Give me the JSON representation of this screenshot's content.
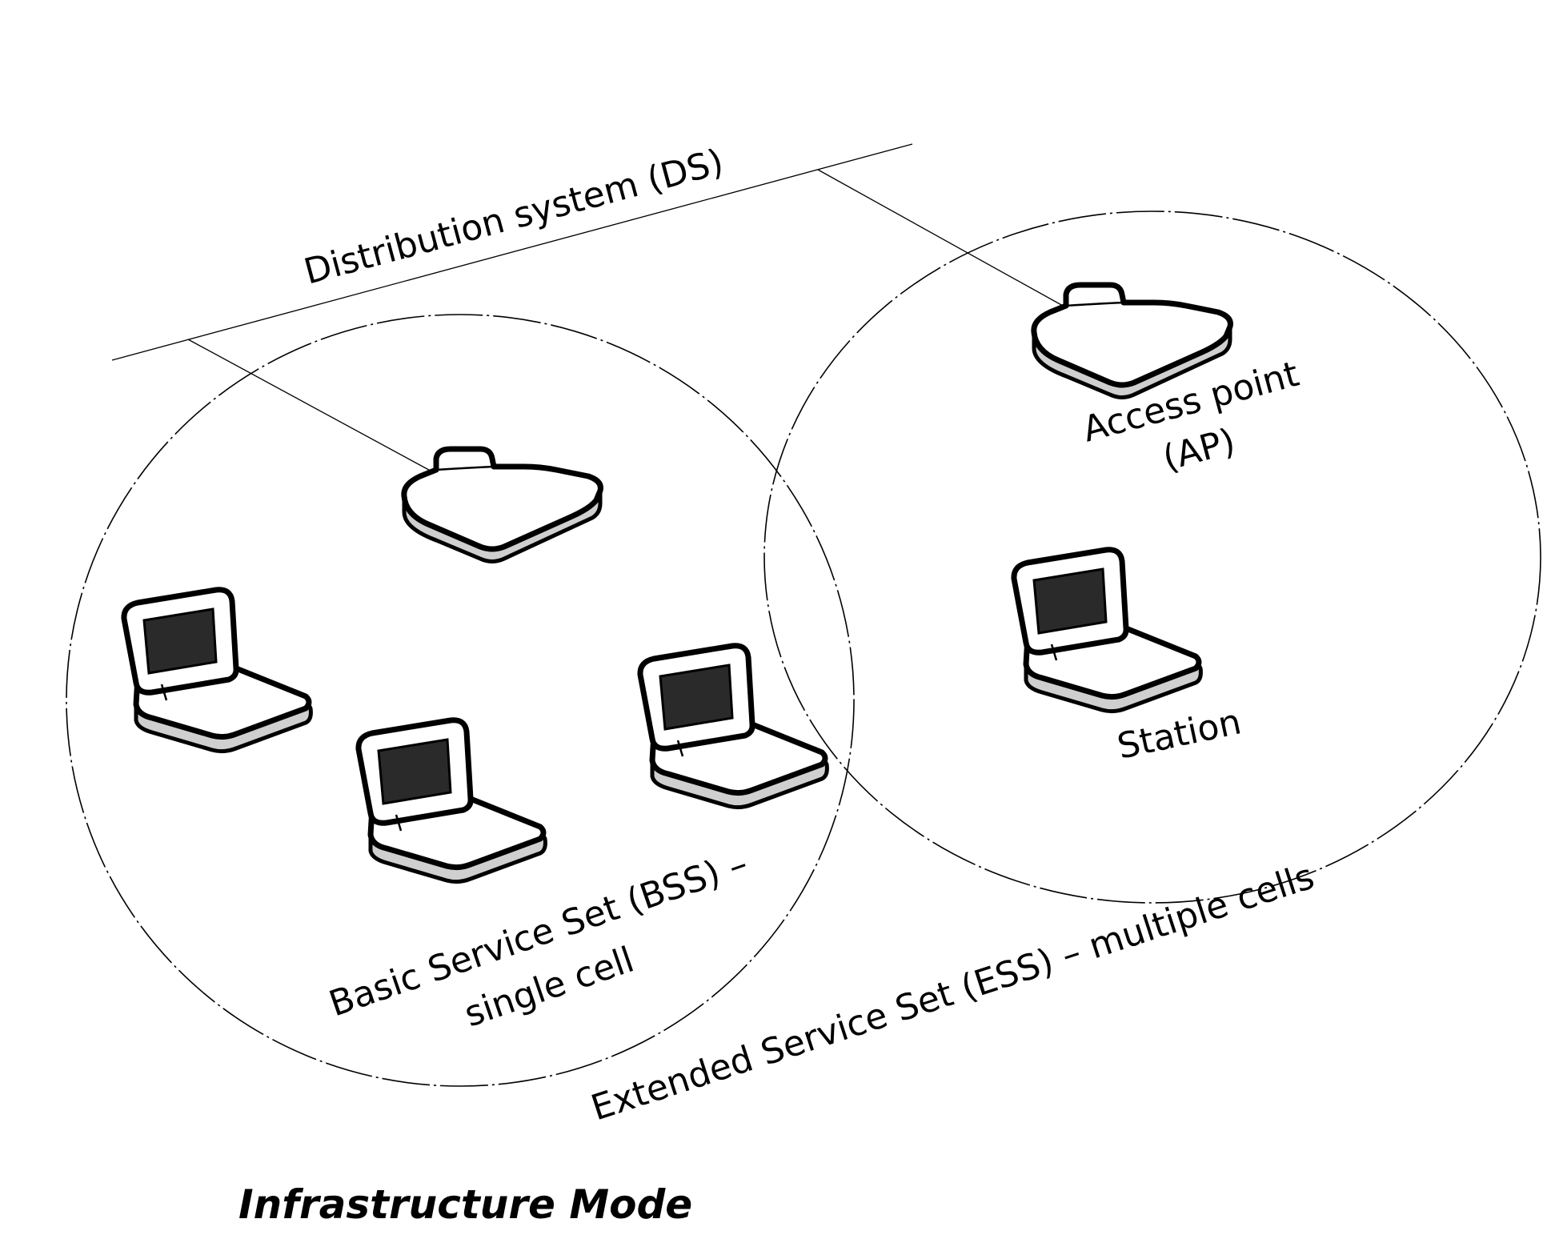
{
  "diagram": {
    "distribution_system_label": "Distribution system (DS)",
    "access_point_label_line1": "Access point",
    "access_point_label_line2": "(AP)",
    "station_label": "Station",
    "bss_label_line1": "Basic Service Set (BSS) –",
    "bss_label_line2": "single cell",
    "ess_label": "Extended Service Set (ESS) – multiple cells",
    "caption": "Infrastructure Mode"
  },
  "icons": {
    "access_point": "access-point-icon",
    "laptop": "laptop-icon"
  },
  "colors": {
    "ink": "#000000",
    "background": "#ffffff",
    "device_shade": "#cfcfcf",
    "screen": "#2a2a2a"
  }
}
